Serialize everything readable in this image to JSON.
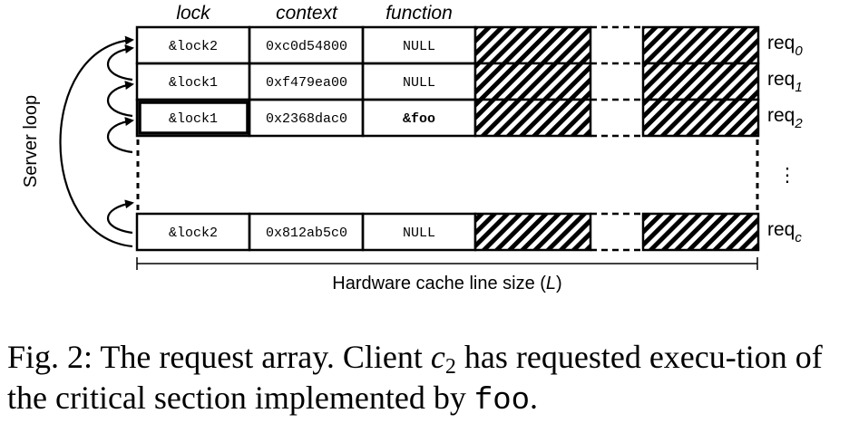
{
  "headers": [
    "lock",
    "context",
    "function"
  ],
  "rows": [
    {
      "cells": [
        "&lock2",
        "0xc0d54800",
        "NULL"
      ],
      "label": "req",
      "sub": "0",
      "highlight_lock": false,
      "bold_function": false
    },
    {
      "cells": [
        "&lock1",
        "0xf479ea00",
        "NULL"
      ],
      "label": "req",
      "sub": "1",
      "highlight_lock": false,
      "bold_function": false
    },
    {
      "cells": [
        "&lock1",
        "0x2368dac0",
        "&foo"
      ],
      "label": "req",
      "sub": "2",
      "highlight_lock": true,
      "bold_function": true
    },
    {
      "cells": [
        "&lock2",
        "0x812ab5c0",
        "NULL"
      ],
      "label": "req",
      "sub": "c",
      "highlight_lock": false,
      "bold_function": false
    }
  ],
  "vertical_ellipsis": "⋮",
  "server_loop_label": "Server loop",
  "size_label": {
    "text": "Hardware cache line size (",
    "var": "L",
    "close": ")"
  },
  "caption": {
    "part1": "Fig. 2: The request array. Client ",
    "var": "c",
    "sub": "2",
    "part2": " has requested execu-tion of the critical section implemented by ",
    "code": "foo",
    "end": "."
  }
}
